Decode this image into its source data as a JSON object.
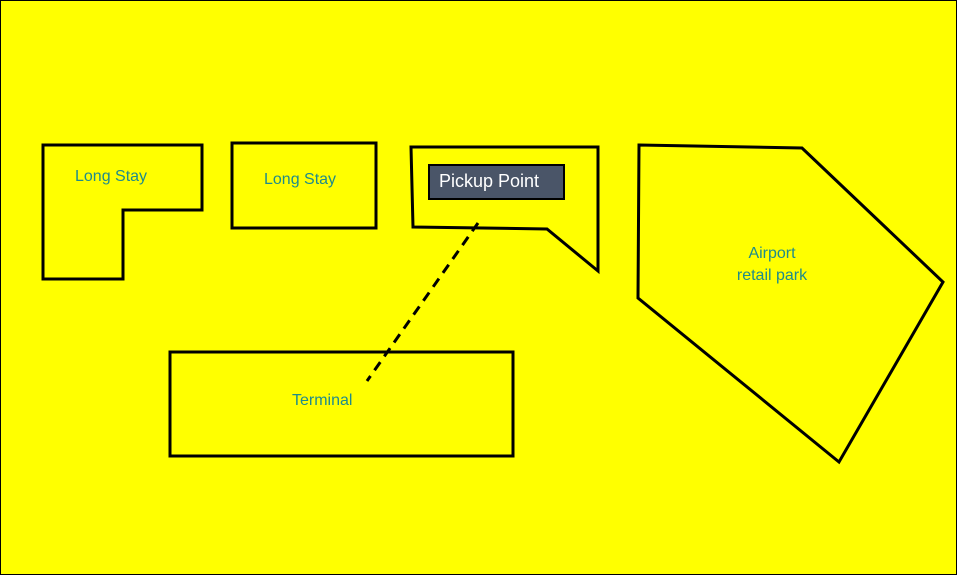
{
  "map": {
    "background_color": "#ffff00",
    "outline_color": "#000000",
    "label_color": "#1f8b8b",
    "areas": {
      "long_stay_left": {
        "label": "Long Stay"
      },
      "long_stay_middle": {
        "label": "Long Stay"
      },
      "pickup_area": {
        "label": "Pickup Point",
        "box_color": "#4a5568"
      },
      "terminal": {
        "label": "Terminal"
      },
      "retail_park": {
        "label_line1": "Airport",
        "label_line2": "retail park"
      }
    }
  }
}
